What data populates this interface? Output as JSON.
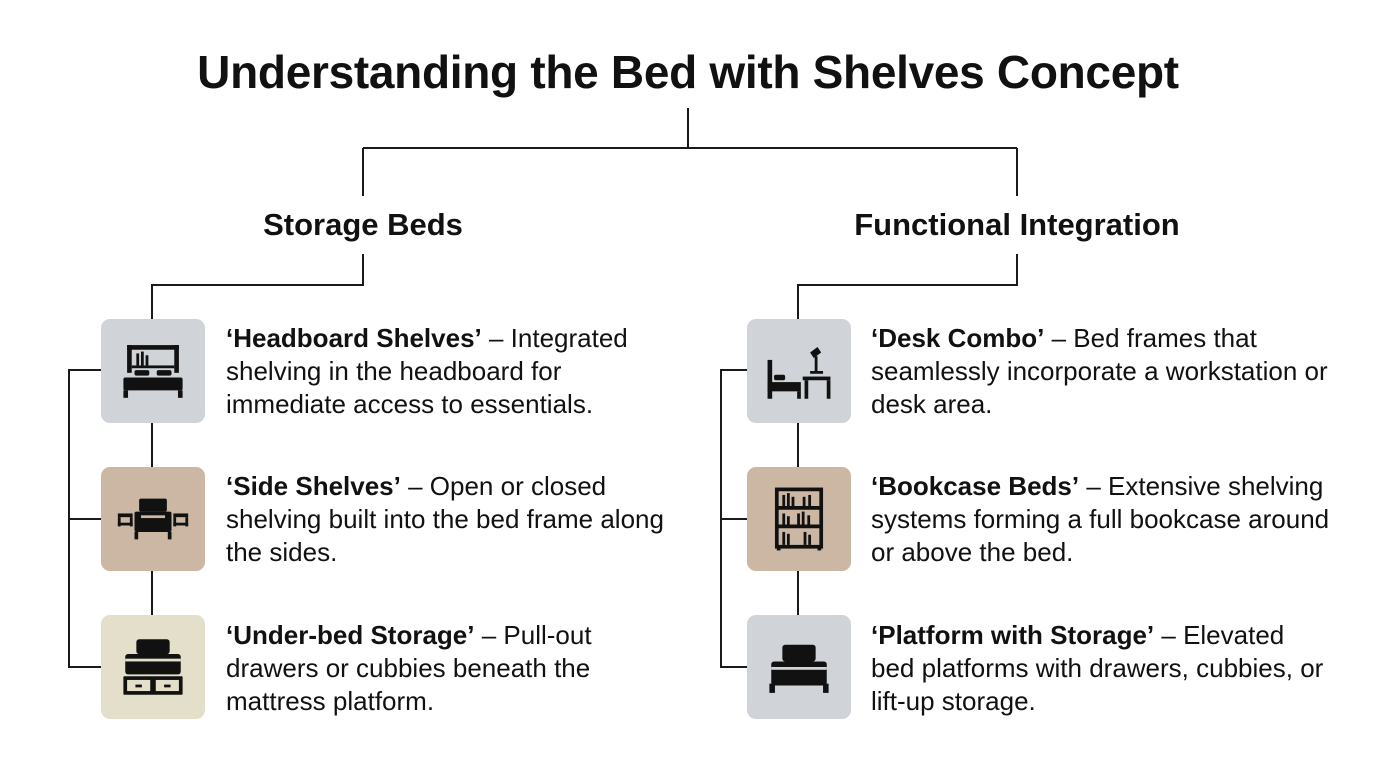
{
  "title": "Understanding the Bed with Shelves Concept",
  "colors": {
    "gray": "#d0d4d8",
    "tan": "#cbb7a4",
    "cream": "#e4dfcb",
    "line": "#1a1a1a"
  },
  "branches": [
    {
      "title": "Storage Beds",
      "items": [
        {
          "name": "‘Headboard Shelves’",
          "description": " – Integrated shelving in the headboard for immediate access to essentials.",
          "icon": "headboard-bed-icon",
          "bg": "gray"
        },
        {
          "name": "‘Side Shelves’",
          "description": " – Open or closed shelving built into the bed frame along the sides.",
          "icon": "side-shelves-bed-icon",
          "bg": "tan"
        },
        {
          "name": "‘Under-bed Storage’",
          "description": " – Pull-out drawers or cubbies beneath the mattress platform.",
          "icon": "under-bed-storage-icon",
          "bg": "cream"
        }
      ]
    },
    {
      "title": "Functional Integration",
      "items": [
        {
          "name": "‘Desk Combo’",
          "description": " – Bed frames that seamlessly incorporate a workstation or desk area.",
          "icon": "bed-desk-icon",
          "bg": "gray"
        },
        {
          "name": "‘Bookcase Beds’",
          "description": " – Extensive shelving systems forming a full bookcase around or above the bed.",
          "icon": "bookcase-icon",
          "bg": "tan"
        },
        {
          "name": "‘Platform with Storage’",
          "description": " – Elevated bed platforms with drawers, cubbies, or lift-up storage.",
          "icon": "platform-bed-icon",
          "bg": "gray"
        }
      ]
    }
  ]
}
